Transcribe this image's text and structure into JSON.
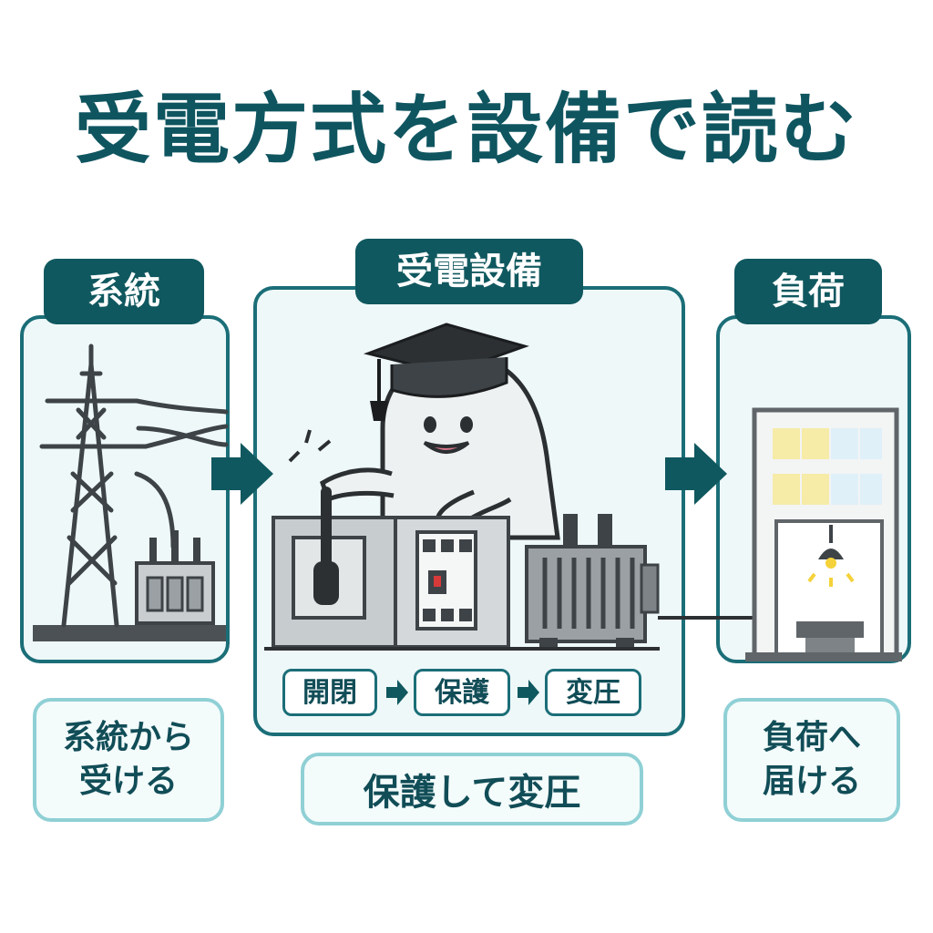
{
  "title": "受電方式を設備で読む",
  "sections": [
    {
      "tab": "系統",
      "caption_line1": "系統から",
      "caption_line2": "受ける"
    },
    {
      "tab": "受電設備",
      "caption": "保護して変圧",
      "steps": [
        "開閉",
        "保護",
        "変圧"
      ]
    },
    {
      "tab": "負荷",
      "caption_line1": "負荷へ",
      "caption_line2": "届ける"
    }
  ],
  "colors": {
    "primary": "#10585f",
    "panel_bg": "#eef8f9",
    "caption_border": "#8fd0d5",
    "window": "#f6eba7"
  },
  "icons": [
    "transmission-tower-icon",
    "pole-transformer-icon",
    "graduation-cap-icon",
    "mascot-ghost-icon",
    "lever-switch-icon",
    "circuit-breaker-icon",
    "transformer-icon",
    "building-icon",
    "ceiling-lamp-icon",
    "arrow-right-icon"
  ]
}
